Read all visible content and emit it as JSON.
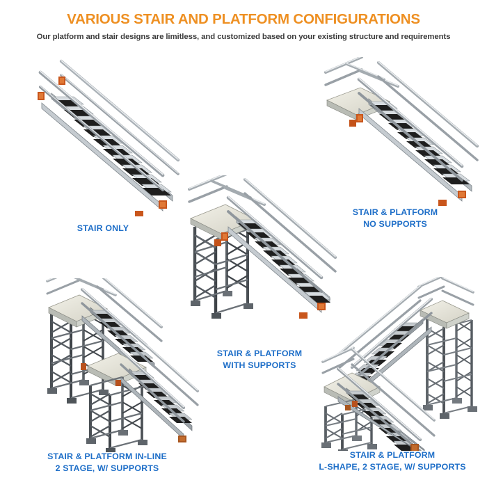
{
  "header": {
    "title": "VARIOUS STAIR AND PLATFORM CONFIGURATIONS",
    "subtitle": "Our platform and stair designs are limitless, and customized based on your existing structure and requirements",
    "title_color": "#ee9023",
    "subtitle_color": "#3c3c3c"
  },
  "theme": {
    "background": "#ffffff",
    "caption_color": "#1f6fc8",
    "metal_light": "#d8dde1",
    "metal_mid": "#a9b0b6",
    "metal_dark": "#6e757b",
    "tread_dark": "#1c1c1c",
    "platform_deck": "#e8e6dc",
    "accent_orange": "#d4601f"
  },
  "figures": [
    {
      "id": "stair-only",
      "caption_lines": [
        "STAIR ONLY"
      ],
      "art": "stair-only-illustration"
    },
    {
      "id": "stair-platform-no-supports",
      "caption_lines": [
        "STAIR & PLATFORM",
        "NO SUPPORTS"
      ],
      "art": "stair-platform-no-supports-illustration"
    },
    {
      "id": "stair-platform-with-supports",
      "caption_lines": [
        "STAIR & PLATFORM",
        "WITH SUPPORTS"
      ],
      "art": "stair-platform-with-supports-illustration"
    },
    {
      "id": "stair-platform-inline-2stage",
      "caption_lines": [
        "STAIR & PLATFORM IN-LINE",
        "2 STAGE, W/ SUPPORTS"
      ],
      "art": "stair-platform-inline-2stage-illustration"
    },
    {
      "id": "stair-platform-lshape-2stage",
      "caption_lines": [
        "STAIR & PLATFORM",
        "L-SHAPE, 2 STAGE, W/ SUPPORTS"
      ],
      "art": "stair-platform-lshape-2stage-illustration"
    }
  ]
}
